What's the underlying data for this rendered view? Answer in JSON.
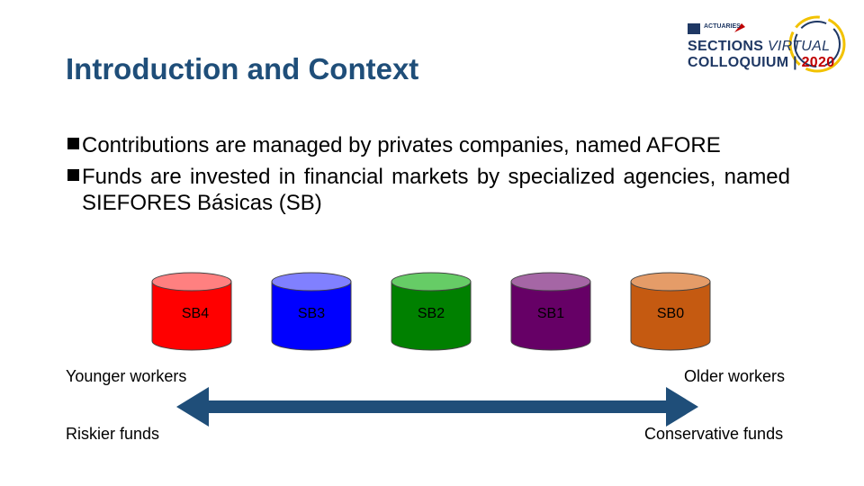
{
  "title": "Introduction and Context",
  "logo": {
    "small_text": "ACTUARIES",
    "line1_a": "SECTIONS",
    "line1_b": "VIRTUAL",
    "line2_a": "COLLOQUIUM",
    "line2_b": "2020"
  },
  "bullets": [
    "Contributions are managed by privates companies, named AFORE",
    "Funds are invested in financial markets by specialized agencies, named SIEFORES Básicas (SB)"
  ],
  "funds": [
    {
      "label": "SB4",
      "color": "#ff0000",
      "top_color": "#ff8080"
    },
    {
      "label": "SB3",
      "color": "#0000ff",
      "top_color": "#8080ff"
    },
    {
      "label": "SB2",
      "color": "#008000",
      "top_color": "#66cc66"
    },
    {
      "label": "SB1",
      "color": "#660066",
      "top_color": "#a566a5"
    },
    {
      "label": "SB0",
      "color": "#c55a11",
      "top_color": "#e59c68"
    }
  ],
  "labels": {
    "younger": "Younger workers",
    "older": "Older workers",
    "riskier": "Riskier funds",
    "conservative": "Conservative funds"
  },
  "colors": {
    "title": "#1f4e79",
    "arrow": "#1f4e79",
    "accent_red": "#c00000"
  }
}
